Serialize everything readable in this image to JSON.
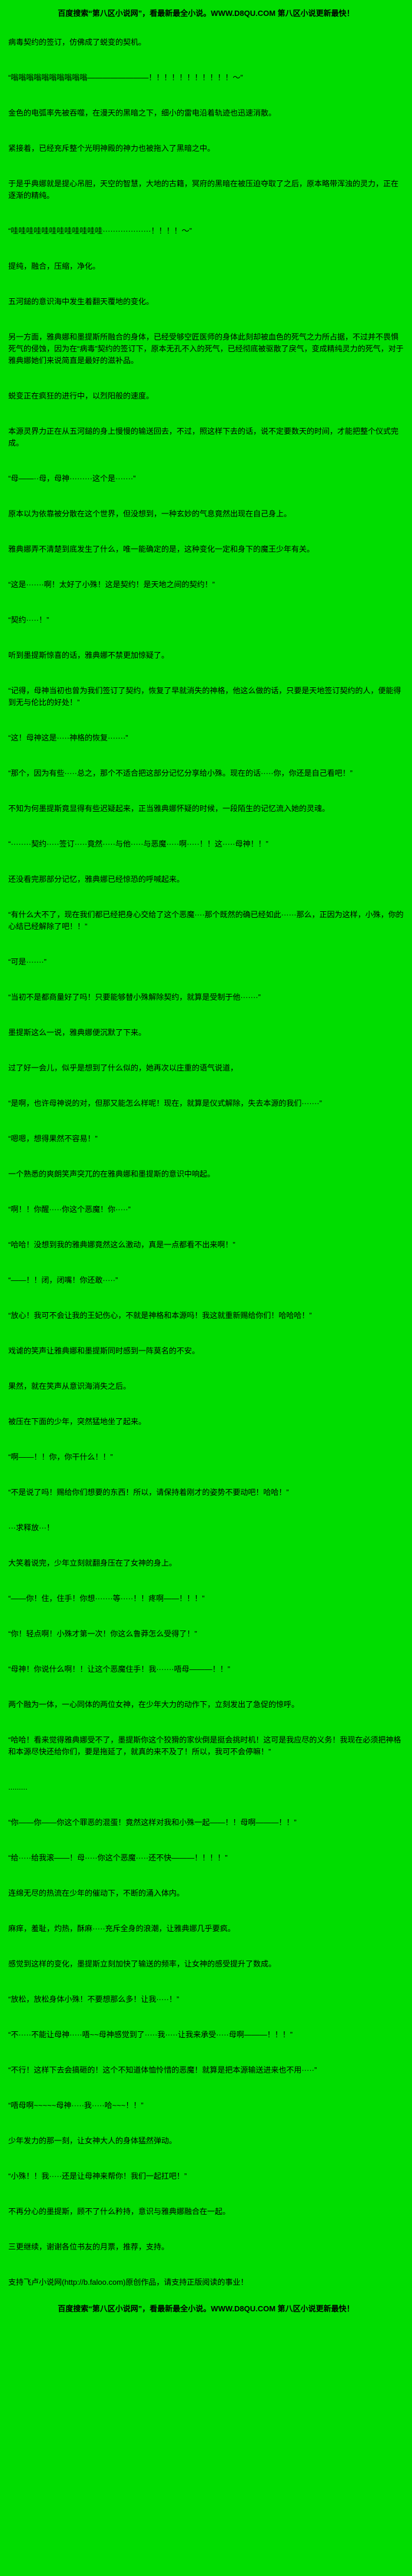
{
  "colors": {
    "background": "#00dd00",
    "text": "#000000"
  },
  "header": {
    "site_line": "百度搜索“第八区小说网”，看最新最全小说。WWW.D8QU.COM  第八区小说更新最快！"
  },
  "footer": {
    "site_line": "百度搜索“第八区小说网”，看最新最全小说。WWW.D8QU.COM  第八区小说更新最快！"
  },
  "content": {
    "paragraphs": [
      "病毒契约的签订，仿佛成了蜕变的契机。",
      "“嗡嗡嗡嗡嗡嗡嗡嗡嗡嗡————————！！！！！！！！！！！～”",
      "金色的电弧率先被吞噬，在漫天的黑暗之下，细小的雷电沿着轨迹也迅速消散。",
      "紧接着，已经充斥整个光明神殿的神力也被拖入了黑暗之中。",
      "于是乎典娜就是提心吊胆，天空的智慧，大地的古籍，冥府的黑暗在被压迫夺取了之后，原本略带浑浊的灵力，正在逐渐的精纯。",
      "“哇哇哇哇哇哇哇哇哇哇哇哇···················！！！！～”",
      "提纯，融合，压缩，净化。",
      "五河鎚的意识海中发生着翻天覆地的变化。",
      "另一方面，雅典娜和墨提斯所融合的身体，已经受够空匠医师的身体此刻却被血色的死气之力所占据，不过并不畏惧死气的侵蚀，因为在“病毒”契约的签订下，原本无孔不入的死气，已经彻底被驱散了戾气，变成精纯灵力的死气，对于雅典娜她们来说简直是最好的滋补品。",
      "蜕变正在疯狂的进行中，以烈阳般的速度。",
      "本源灵界力正在从五河鎚的身上慢慢的输送回去，不过，照这样下去的话，说不定要数天的时间，才能把整个仪式完成。",
      "“母——··母，母神·········这个是·······”",
      "原本以为依靠被分散在这个世界，但没想到，一种玄妙的气息竟然出现在自己身上。",
      "雅典娜弄不清楚到底发生了什么，唯一能确定的是，这种变化一定和身下的魔王少年有关。",
      "“这是·······啊！太好了小殊！这是契约！是天地之间的契约！”",
      "“契约·····！”",
      "听到墨提斯惊喜的话，雅典娜不禁更加惊疑了。",
      "“记得，母神当初也曾为我们签订了契约，恢复了早就消失的神格，他这么做的话，只要是天地签订契约的人，便能得到无与伦比的好处！”",
      "“这！母神这是·····神格的恢复·······”",
      "“那个，因为有些·····总之，那个不适合把这部分记忆分享给小殊。现在的话·····你，你还是自己看吧！”",
      "不知为何墨提斯竟显得有些迟疑起来，正当雅典娜怀疑的时候，一段陌生的记忆流入她的灵魂。",
      "“········契约·····签订·····竟然·····与他·····与恶魔·····啊·····！！这·····母神！！”",
      "还没看完那部分记忆，雅典娜已经惊恐的呼喊起来。",
      "“有什么大不了，现在我们都已经把身心交给了这个恶魔····那个既然的确已经如此······那么，正因为这样，小殊，你的心结已经解除了吧！！”",
      "“可是·······”",
      "“当初不是都商量好了吗！只要能够替小殊解除契约，就算是受制于他·······”",
      "墨提斯这么一说，雅典娜便沉默了下来。",
      "过了好一会儿，似乎是想到了什么似的，她再次以庄重的语气说道，",
      "“是啊，也许母神说的对，但那又能怎么样呢！现在，就算是仪式解除，失去本源的我们·······”",
      "“嗯嗯，想得果然不容易！”",
      "一个熟悉的爽朗笑声突兀的在雅典娜和墨提斯的意识中响起。",
      "“啊！！你醒·····你这个恶魔！你·····”",
      "“哈哈！没想到我的雅典娜竟然这么激动，真是一点都看不出来啊！”",
      "“——！！闭，闭嘴！你还敢·····”",
      "“放心！我可不会让我的王妃伤心，不就是神格和本源吗！我这就重新赐给你们！哈哈哈！”",
      "戏谑的笑声让雅典娜和墨提斯同时感到一阵莫名的不安。",
      "果然，就在笑声从意识海消失之后。",
      "被压在下面的少年，突然猛地坐了起来。",
      "“啊——！！你，你干什么！！”",
      "“不是说了吗！赐给你们想要的东西！所以，请保持着刚才的姿势不要动吧！哈哈！”",
      "···求释放···！",
      "大笑着说完，少年立刻就翻身压在了女神的身上。",
      "“——你！住，住手！你想·······等·····！！疼啊——！！！”",
      "“你！轻点啊！小殊才第一次！你这么鲁莽怎么受得了！”",
      "“母神！你说什么啊！！让这个恶魔住手！我·······唔母———！！”",
      "两个融为一体，一心同体的两位女神，在少年大力的动作下，立刻发出了急促的惊呼。",
      "“哈哈！看来觉得雅典娜受不了，墨提斯你这个狡猾的家伙倒是挺会挑时机！这可是我应尽的义务！我现在必须把神格和本源尽快还给你们，要是拖延了，就真的来不及了！所以，我可不会停嘛！”",
      ".........",
      "“你——你——你这个罪恶的混蛋！竟然这样对我和小殊一起——！！母啊———！！”",
      "“给·····给我滚——！母·····你这个恶魔·····还不快———！！！！”",
      "连绵无尽的热流在少年的催动下，不断的涌入体内。",
      "麻痒，羞耻，灼热，酥麻·····充斥全身的浪潮，让雅典娜几乎要疯。",
      "感觉到这样的变化，墨提斯立刻加快了输送的频率，让女神的感受提升了数成。",
      "“放松，放松身体小殊！不要想那么多！让我·····！”",
      "“不·····不能让母神·····唔~~母神感觉到了·····我·····让我来承受·····母啊———！！！”",
      "“不行！这样下去会搞砸的！这个不知道体恤怜惜的恶魔！就算是把本源输送进来也不用·····”",
      "“唔母啊~~~~~母神·····我·····哈~~~！！”",
      "少年发力的那一刻，让女神大人的身体猛然弹动。",
      "“小殊！！我·····还是让母神来帮你！我们一起扛吧！”",
      "不再分心的墨提斯，顾不了什么矜持，意识与雅典娜融合在一起。",
      "三更继续，谢谢各位书友的月票，推荐，支持。",
      "支持飞卢小说网(http://b.faloo.com)原创作品，请支持正版阅读的事业！"
    ]
  }
}
